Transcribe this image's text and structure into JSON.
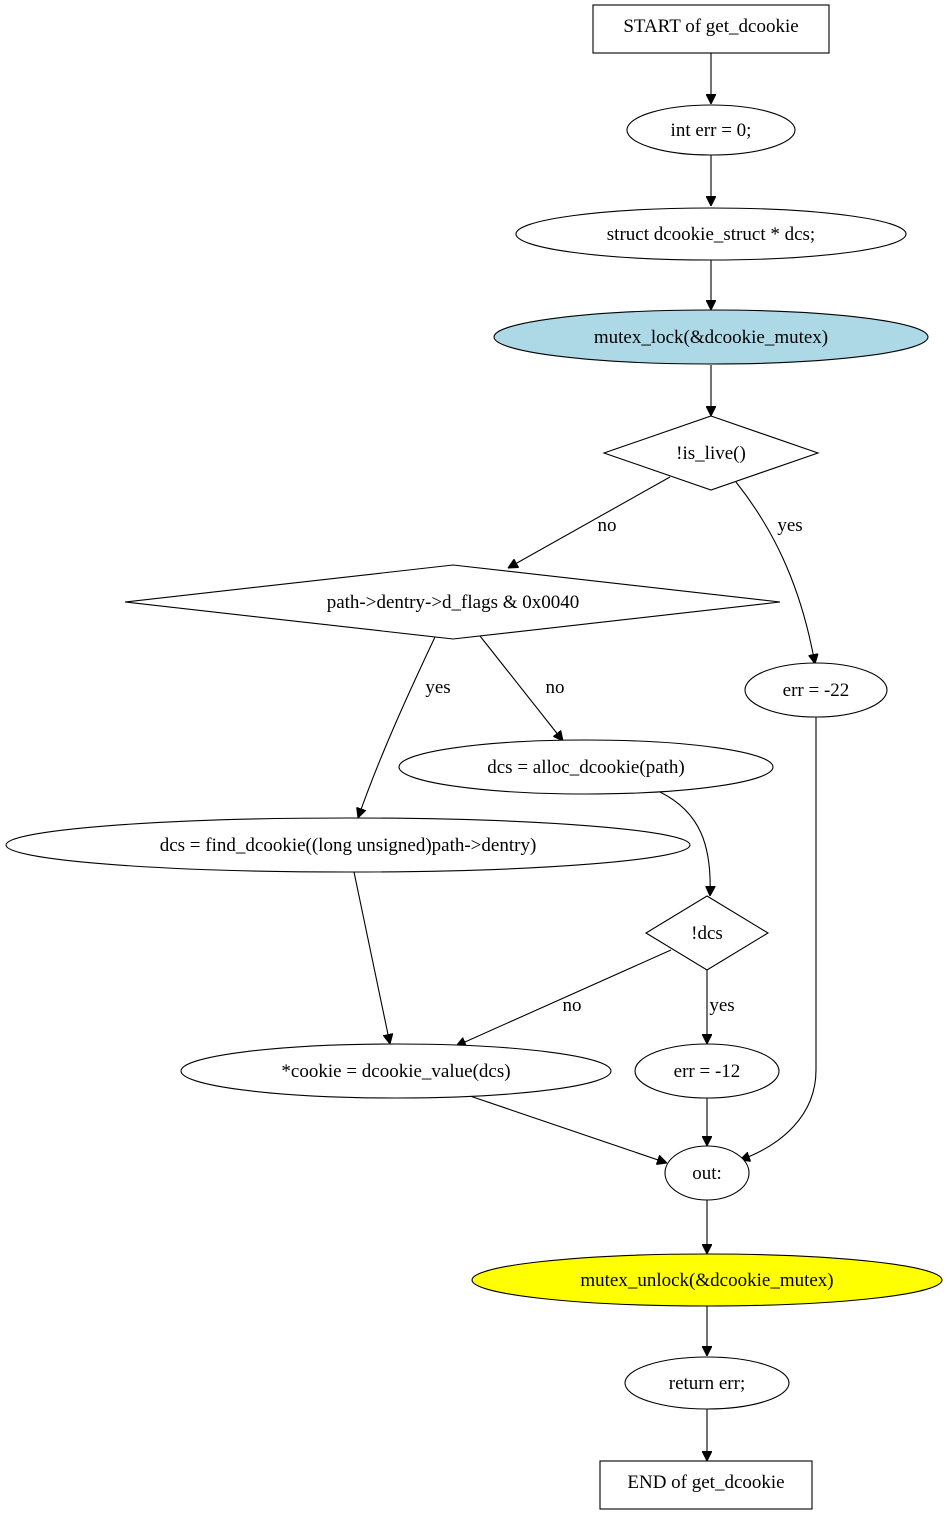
{
  "colors": {
    "lock_fill": "#add8e6",
    "unlock_fill": "#ffff00",
    "default_fill": "#ffffff",
    "stroke": "#000000"
  },
  "nodes": {
    "start": "START of get_dcookie",
    "err_init": "int err = 0;",
    "dcs_decl": "struct dcookie_struct * dcs;",
    "mutex_lock": "mutex_lock(&dcookie_mutex)",
    "is_live": "!is_live()",
    "d_flags": "path->dentry->d_flags & 0x0040",
    "err_22": "err = -22",
    "alloc": "dcs = alloc_dcookie(path)",
    "find": "dcs = find_dcookie((long unsigned)path->dentry)",
    "not_dcs": "!dcs",
    "cookie_value": "*cookie = dcookie_value(dcs)",
    "err_12": "err = -12",
    "out": "out:",
    "mutex_unlock": "mutex_unlock(&dcookie_mutex)",
    "return": "return err;",
    "end": "END of get_dcookie"
  },
  "edges": {
    "is_live_no": "no",
    "is_live_yes": "yes",
    "d_flags_yes": "yes",
    "d_flags_no": "no",
    "not_dcs_no": "no",
    "not_dcs_yes": "yes"
  }
}
